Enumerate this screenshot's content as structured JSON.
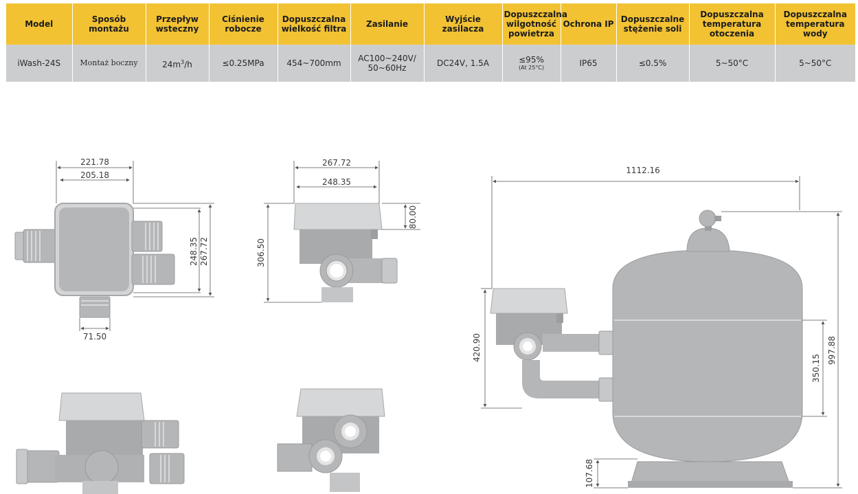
{
  "table": {
    "headers": {
      "model": "Model",
      "mounting": "Sposób montażu",
      "flow": "Przepływ wsteczny",
      "pressure": "Ciśnienie robocze",
      "filter_size": "Dopuszczalna wielkość filtra",
      "power": "Zasilanie",
      "psu_output": "Wyjście zasilacza",
      "humidity": "Dopuszczalna wilgotność powietrza",
      "ip": "Ochrona IP",
      "salt": "Dopuszczalne stężenie soli",
      "ambient_temp": "Dopuszczalna temperatura otoczenia",
      "water_temp": "Dopuszczalna temperatura wody"
    },
    "row": {
      "model": "iWash-24S",
      "mounting": "Montaż boczny",
      "flow_value": "24m",
      "flow_sup": "3",
      "flow_unit": "/h",
      "pressure": "≤0.25MPa",
      "filter_size": "454~700mm",
      "power_line1": "AC100~240V/",
      "power_line2": "50~60Hz",
      "psu_output": "DC24V, 1.5A",
      "humidity": "≤95%",
      "humidity_note": "(At 25°C)",
      "ip": "IP65",
      "salt": "≤0.5%",
      "ambient_temp": "5~50°C",
      "water_temp": "5~50°C"
    }
  },
  "dimensions": {
    "top_view_width_outer": "221.78",
    "top_view_width_inner": "205.18",
    "top_view_height_inner": "248.35",
    "top_view_height_outer": "267.72",
    "top_view_port": "71.50",
    "side_view_width_outer": "267.72",
    "side_view_width_inner": "248.35",
    "side_view_height": "306.50",
    "side_view_lid": "80.00",
    "assembly_width": "1112.16",
    "assembly_valve_height": "420.90",
    "assembly_port_spacing": "350.15",
    "assembly_total_height": "997.88",
    "assembly_base_height": "107.68"
  },
  "colors": {
    "header_bg": "#f2c233",
    "row_bg": "#cccdcf",
    "product_grey": "#b5b6b8"
  }
}
